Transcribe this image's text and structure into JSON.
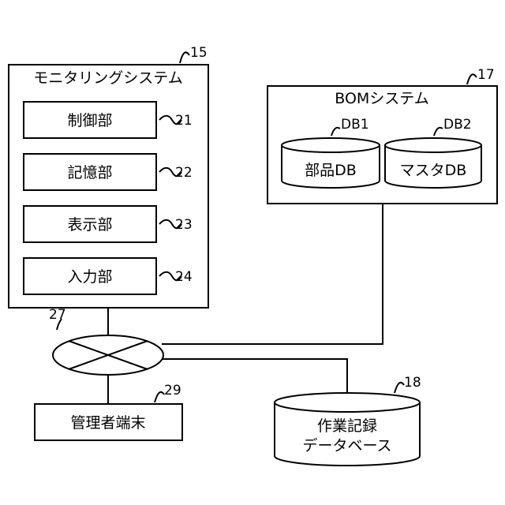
{
  "monitoring": {
    "title": "モニタリングシステム",
    "ref": "15"
  },
  "units": [
    {
      "label": "制御部",
      "ref": "21"
    },
    {
      "label": "記憶部",
      "ref": "22"
    },
    {
      "label": "表示部",
      "ref": "23"
    },
    {
      "label": "入力部",
      "ref": "24"
    }
  ],
  "bom": {
    "title": "BOMシステム",
    "ref": "17",
    "databases": [
      {
        "label": "部品DB",
        "ref": "DB1"
      },
      {
        "label": "マスタDB",
        "ref": "DB2"
      }
    ]
  },
  "hub": {
    "ref": "27"
  },
  "terminal": {
    "label": "管理者端末",
    "ref": "29"
  },
  "work_db": {
    "line1": "作業記録",
    "line2": "データベース",
    "ref": "18"
  }
}
